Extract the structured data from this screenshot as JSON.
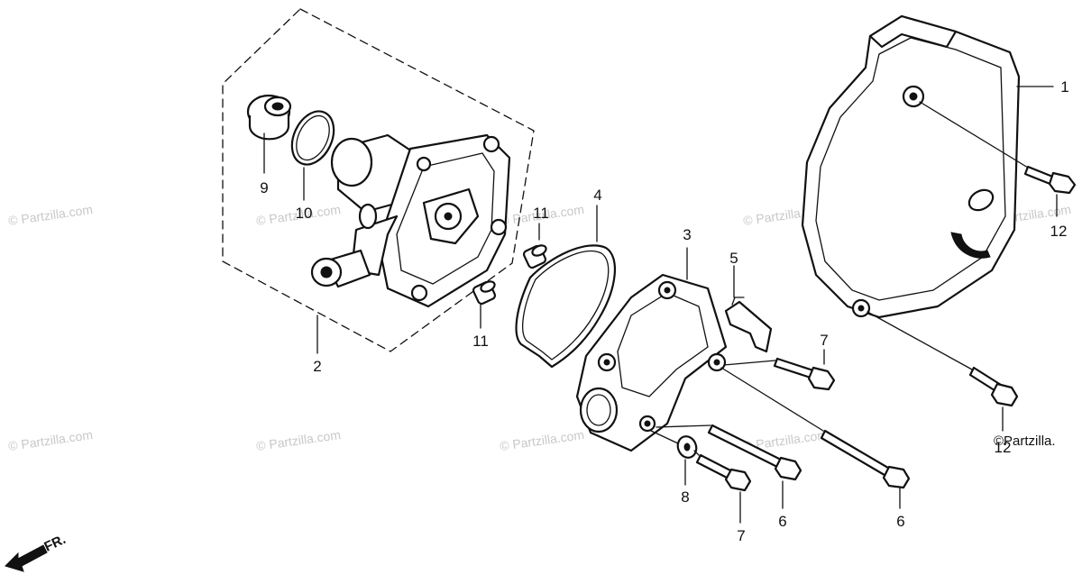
{
  "watermark": {
    "text": "© Partzilla.com",
    "color": "#c8c8c8"
  },
  "corner_watermark": "©Partzilla.",
  "direction_label": "FR.",
  "callouts": {
    "c1": "1",
    "c2": "2",
    "c3": "3",
    "c4": "4",
    "c5": "5",
    "c6a": "6",
    "c6b": "6",
    "c7a": "7",
    "c7b": "7",
    "c8": "8",
    "c9": "9",
    "c10": "10",
    "c11a": "11",
    "c11b": "11",
    "c12a": "12",
    "c12b": "12"
  }
}
